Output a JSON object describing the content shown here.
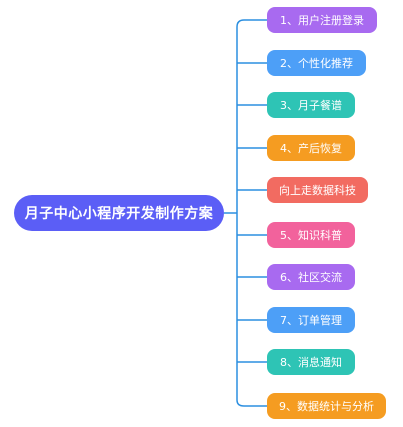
{
  "root": {
    "label": "月子中心小程序开发制作方案"
  },
  "branches": [
    {
      "label": "1、用户注册登录",
      "color": "#a86af0"
    },
    {
      "label": "2、个性化推荐",
      "color": "#4d9ff7"
    },
    {
      "label": "3、月子餐谱",
      "color": "#2ec4b5"
    },
    {
      "label": "4、产后恢复",
      "color": "#f59c21"
    },
    {
      "label": "向上走数据科技",
      "color": "#f26b61"
    },
    {
      "label": "5、知识科普",
      "color": "#f2629c"
    },
    {
      "label": "6、社区交流",
      "color": "#a86af0"
    },
    {
      "label": "7、订单管理",
      "color": "#4d9ff7"
    },
    {
      "label": "8、消息通知",
      "color": "#2ec4b5"
    },
    {
      "label": "9、数据统计与分析",
      "color": "#f59c21"
    }
  ],
  "connector_color": "#2b8fe0"
}
